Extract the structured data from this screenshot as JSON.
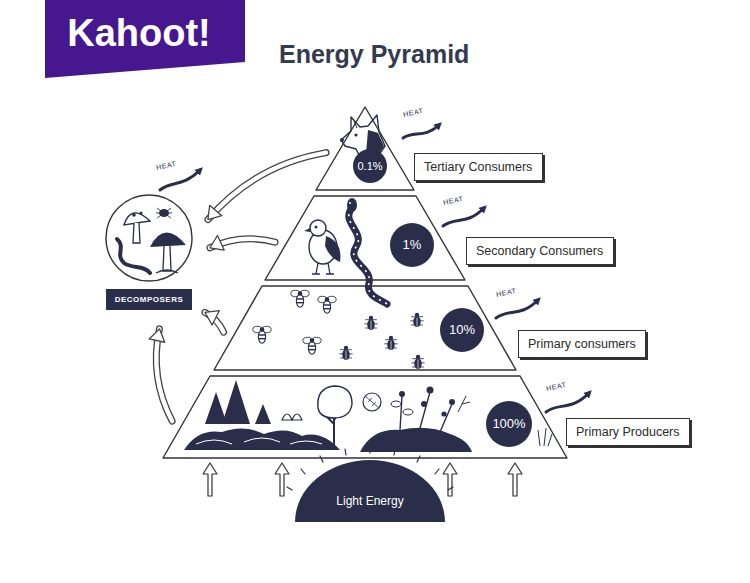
{
  "diagram": {
    "title": "Energy Pyramid",
    "nodes": [
      {
        "text": [
          "Kahoot!"
        ]
      },
      {
        "text": [
          "0.1%"
        ]
      },
      {
        "text": [
          "Tertiary Consumers"
        ]
      },
      {
        "text": [
          "1%"
        ]
      },
      {
        "text": [
          "Secondary Consumers"
        ]
      },
      {
        "text": [
          "10%"
        ]
      },
      {
        "text": [
          "Primary consumers"
        ]
      },
      {
        "text": [
          "100%"
        ]
      },
      {
        "text": [
          "Primary Producers"
        ]
      },
      {
        "text": [
          "DECOMPOSERS"
        ]
      },
      {
        "text": [
          "Light Energy"
        ]
      }
    ],
    "edges": [
      {
        "from": 1,
        "to": 9,
        "arrow": "to"
      },
      {
        "from": 3,
        "to": 9,
        "arrow": "to"
      },
      {
        "from": 5,
        "to": 9,
        "arrow": "to"
      },
      {
        "from": 7,
        "to": 9,
        "arrow": "to"
      }
    ],
    "labels": [
      "HEAT",
      "HEAT",
      "HEAT",
      "HEAT",
      "HEAT"
    ]
  }
}
